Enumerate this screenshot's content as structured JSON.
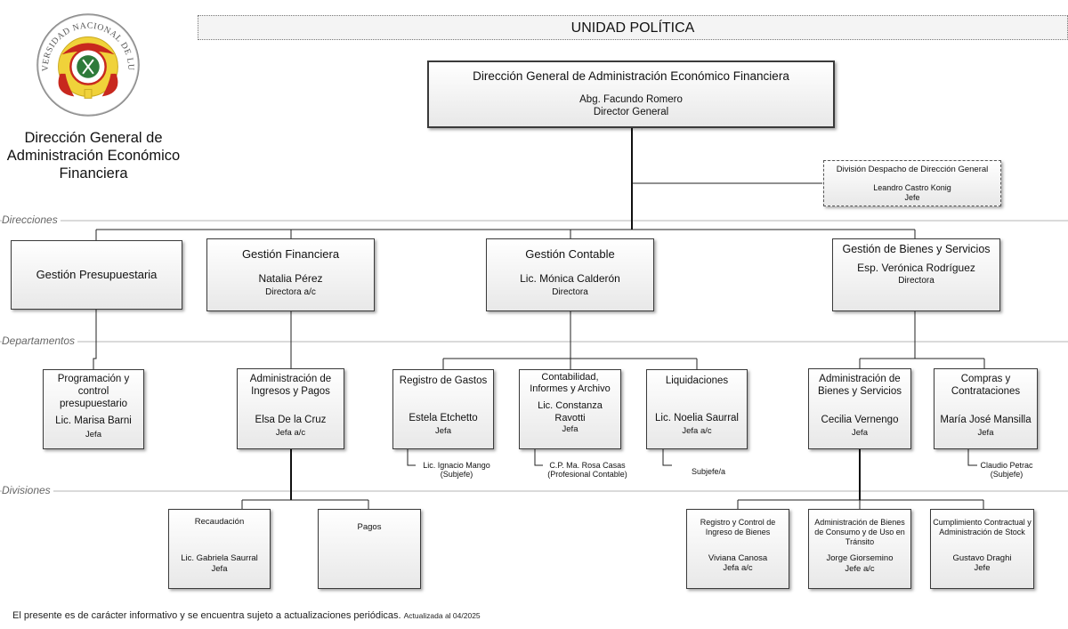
{
  "header": {
    "org_title": "Dirección General de Administración Económico Financiera",
    "unidad": "UNIDAD POLÍTICA",
    "logo_text": "UNIVERSIDAD NACIONAL DE LUJÁN"
  },
  "levels": {
    "direcciones": "Direcciones",
    "departamentos": "Departamentos",
    "divisiones": "Divisiones"
  },
  "top": {
    "title": "Dirección General de Administración Económico Financiera",
    "name": "Abg. Facundo Romero",
    "role": "Director General"
  },
  "despacho": {
    "title": "División Despacho de Dirección General",
    "name": "Leandro Castro Konig",
    "role": "Jefe"
  },
  "direcciones": {
    "presupuestaria": {
      "title": "Gestión Presupuestaria"
    },
    "financiera": {
      "title": "Gestión Financiera",
      "name": "Natalia Pérez",
      "role": "Directora a/c"
    },
    "contable": {
      "title": "Gestión Contable",
      "name": "Lic. Mónica Calderón",
      "role": "Directora"
    },
    "bienes": {
      "title": "Gestión de Bienes y Servicios",
      "name": "Esp. Verónica Rodríguez",
      "role": "Directora"
    }
  },
  "departamentos": {
    "programacion": {
      "title": "Programación y control presupuestario",
      "name": "Lic. Marisa Barni",
      "role": "Jefa"
    },
    "ingresos": {
      "title": "Administración de Ingresos y Pagos",
      "name": "Elsa De la Cruz",
      "role": "Jefa a/c"
    },
    "gastos": {
      "title": "Registro de Gastos",
      "name": "Estela Etchetto",
      "role": "Jefa"
    },
    "contabilidad": {
      "title": "Contabilidad, Informes y Archivo",
      "name": "Lic. Constanza Ravotti",
      "role": "Jefa"
    },
    "liquidaciones": {
      "title": "Liquidaciones",
      "name": "Lic. Noelia Saurral",
      "role": "Jefa a/c"
    },
    "admin_bienes": {
      "title": "Administración de Bienes y Servicios",
      "name": "Cecilia Vernengo",
      "role": "Jefa"
    },
    "compras": {
      "title": "Compras y Contrataciones",
      "name": "María José Mansilla",
      "role": "Jefa"
    }
  },
  "assistants": {
    "gastos": "Lic. Ignacio Mango (Subjefe)",
    "contabilidad": "C.P. Ma. Rosa Casas (Profesional Contable)",
    "liquidaciones": "Subjefe/a",
    "compras": "Claudio Petrac (Subjefe)"
  },
  "divisiones": {
    "recaudacion": {
      "title": "Recaudación",
      "name": "Lic. Gabriela Saurral",
      "role": "Jefa"
    },
    "pagos": {
      "title": "Pagos"
    },
    "registro_bienes": {
      "title": "Registro y Control de Ingreso de Bienes",
      "name": "Viviana Canosa",
      "role": "Jefa a/c"
    },
    "consumo": {
      "title": "Administración de Bienes de Consumo y de Uso en Tránsito",
      "name": "Jorge Giorsemino",
      "role": "Jefe a/c"
    },
    "cumplimiento": {
      "title": "Cumplimiento Contractual y Administración de Stock",
      "name": "Gustavo Draghi",
      "role": "Jefe"
    }
  },
  "footer": {
    "text": "El presente es de carácter informativo y se encuentra sujeto a actualizaciones periódicas.",
    "updated": "Actualizada al 04/2025"
  }
}
